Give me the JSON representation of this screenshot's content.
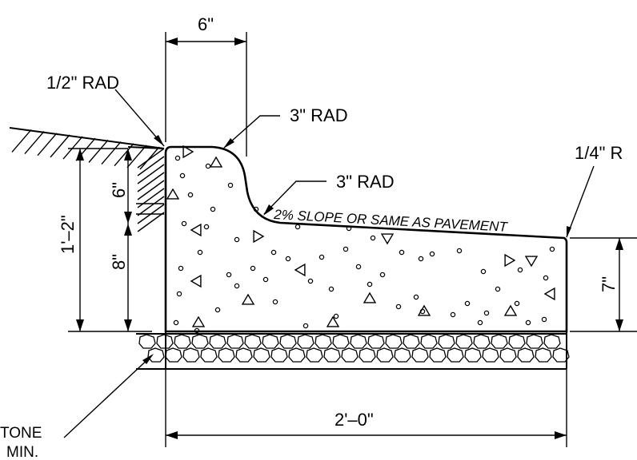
{
  "labels": {
    "top_width": "6\"",
    "half_rad": "1/2\" RAD",
    "top_rad": "3\" RAD",
    "gutter_rad": "3\" RAD",
    "quarter_rad": "1/4\" R",
    "slope_note": "2% SLOPE OR SAME AS PAVEMENT",
    "overall_height": "1'–2\"",
    "curb_reveal": "6\"",
    "base_height": "8\"",
    "gutter_depth": "7\"",
    "bottom_width": "2'–0\"",
    "stone_note_line1": "TONE",
    "stone_note_line2": "MIN."
  }
}
